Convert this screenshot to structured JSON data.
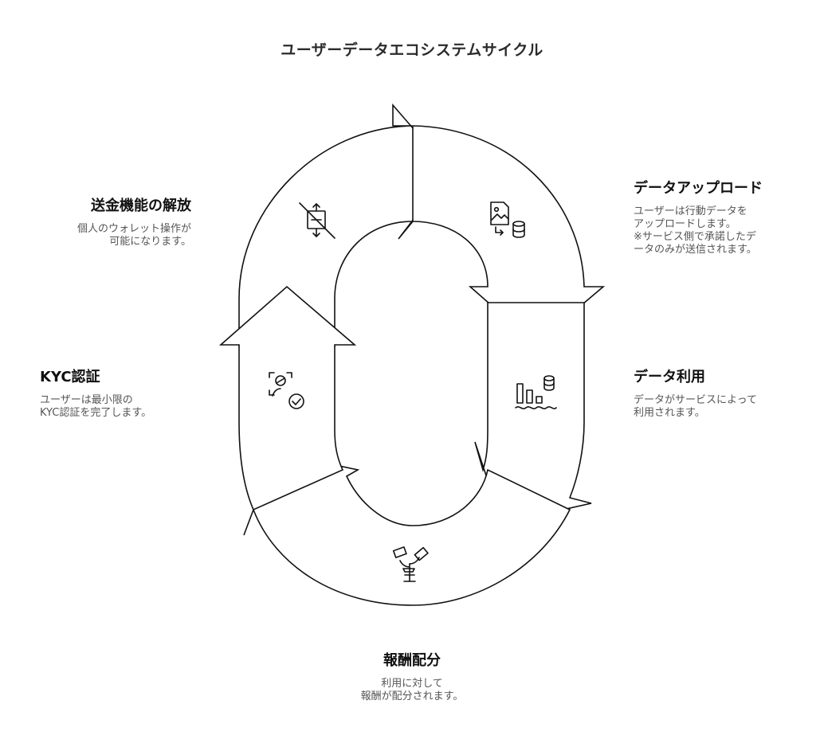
{
  "title": "ユーザーデータエコシステムサイクル",
  "steps": [
    {
      "id": "upload",
      "heading": "データアップロード",
      "text": "ユーザーは行動データを\nアップロードします。\n※サービス側で承諾したデ\nータのみが送信されます。",
      "icon": "image-to-database-icon"
    },
    {
      "id": "usage",
      "heading": "データ利用",
      "text": "データがサービスによって\n利用されます。",
      "icon": "data-lake-chart-icon"
    },
    {
      "id": "reward",
      "heading": "報酬配分",
      "text": "利用に対して\n報酬が配分されます。",
      "icon": "money-plant-icon"
    },
    {
      "id": "kyc",
      "heading": "KYC認証",
      "text": "ユーザーは最小限の\nKYC認証を完了します。",
      "icon": "face-verified-icon"
    },
    {
      "id": "unlock",
      "heading": "送金機能の解放",
      "text": "個人のウォレット操作が\n可能になります。",
      "icon": "unlock-transfer-icon"
    }
  ],
  "colors": {
    "stroke": "#111111",
    "background": "#ffffff",
    "muted_text": "#555555"
  }
}
